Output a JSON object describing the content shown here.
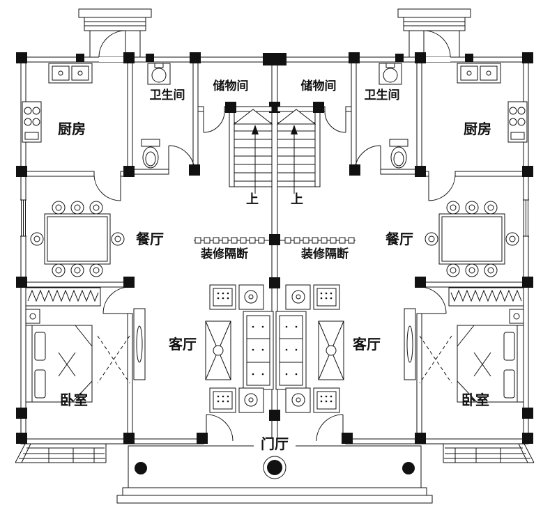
{
  "rooms": {
    "kitchen_left": "厨房",
    "kitchen_right": "厨房",
    "bathroom_left": "卫生间",
    "bathroom_right": "卫生间",
    "storage_left": "储物间",
    "storage_right": "储物间",
    "dining_left": "餐厅",
    "dining_right": "餐厅",
    "living_left": "客厅",
    "living_right": "客厅",
    "bedroom_left": "卧室",
    "bedroom_right": "卧室",
    "foyer": "门厅"
  },
  "annotations": {
    "partition_left": "装修隔断",
    "partition_right": "装修隔断",
    "up_left": "上",
    "up_right": "上"
  },
  "colors": {
    "ink": "#111111",
    "paper": "#ffffff"
  }
}
